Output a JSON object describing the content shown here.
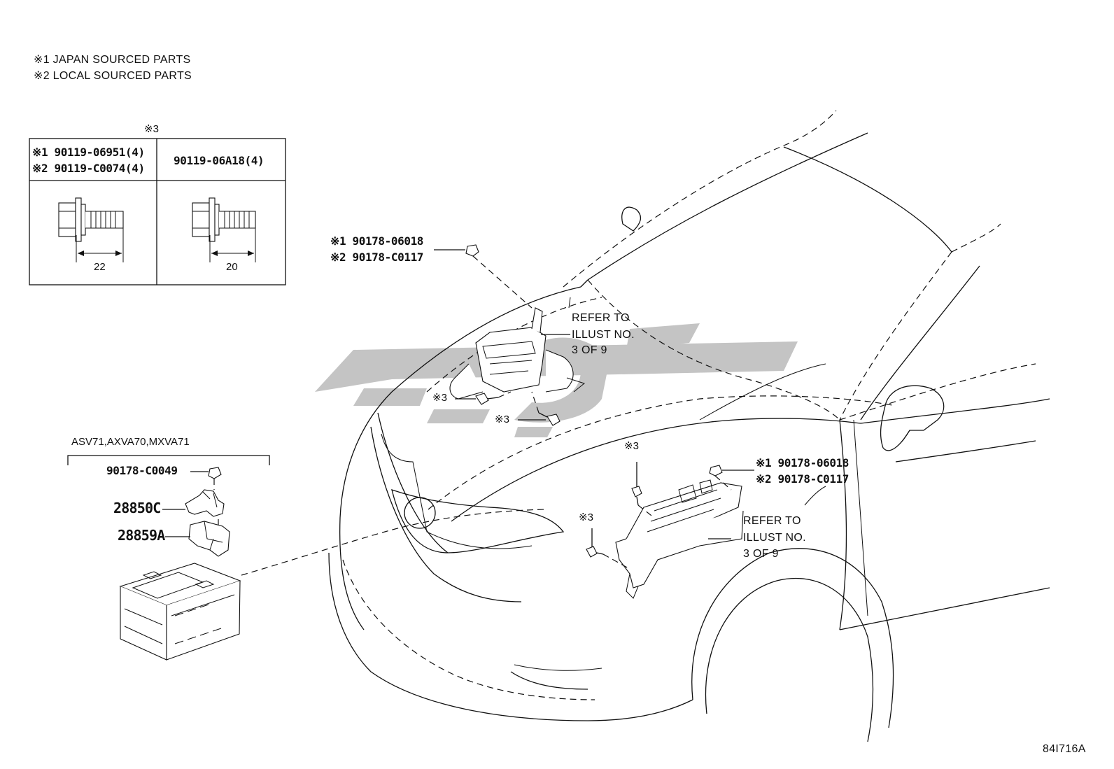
{
  "notes": {
    "line1": "※1 JAPAN SOURCED PARTS",
    "line2": "※2 LOCAL SOURCED PARTS"
  },
  "bolt_table": {
    "marker": "※3",
    "cell_left_line1": "※1 90119-06951(4)",
    "cell_left_line2": "※2 90119-C0074(4)",
    "cell_right": "90119-06A18(4)",
    "dim_left": "22",
    "dim_right": "20"
  },
  "upper_module": {
    "nut_line1": "※1 90178-06018",
    "nut_line2": "※2 90178-C0117",
    "refer_line1": "REFER TO",
    "refer_line2": "ILLUST NO.",
    "refer_line3": "3 OF 9",
    "bolt_a": "※3",
    "bolt_b": "※3"
  },
  "lower_module": {
    "bolt_top": "※3",
    "bolt_left": "※3",
    "nut_line1": "※1 90178-06018",
    "nut_line2": "※2 90178-C0117",
    "refer_line1": "REFER TO",
    "refer_line2": "ILLUST NO.",
    "refer_line3": "3 OF 9"
  },
  "battery_group": {
    "models": "ASV71,AXVA70,MXVA71",
    "nut": "90178-C0049",
    "part_a": "28850C",
    "part_b": "28859A"
  },
  "illustration_id": "84I716A",
  "colors": {
    "line": "#111111",
    "watermark": "#c4c4c4"
  }
}
